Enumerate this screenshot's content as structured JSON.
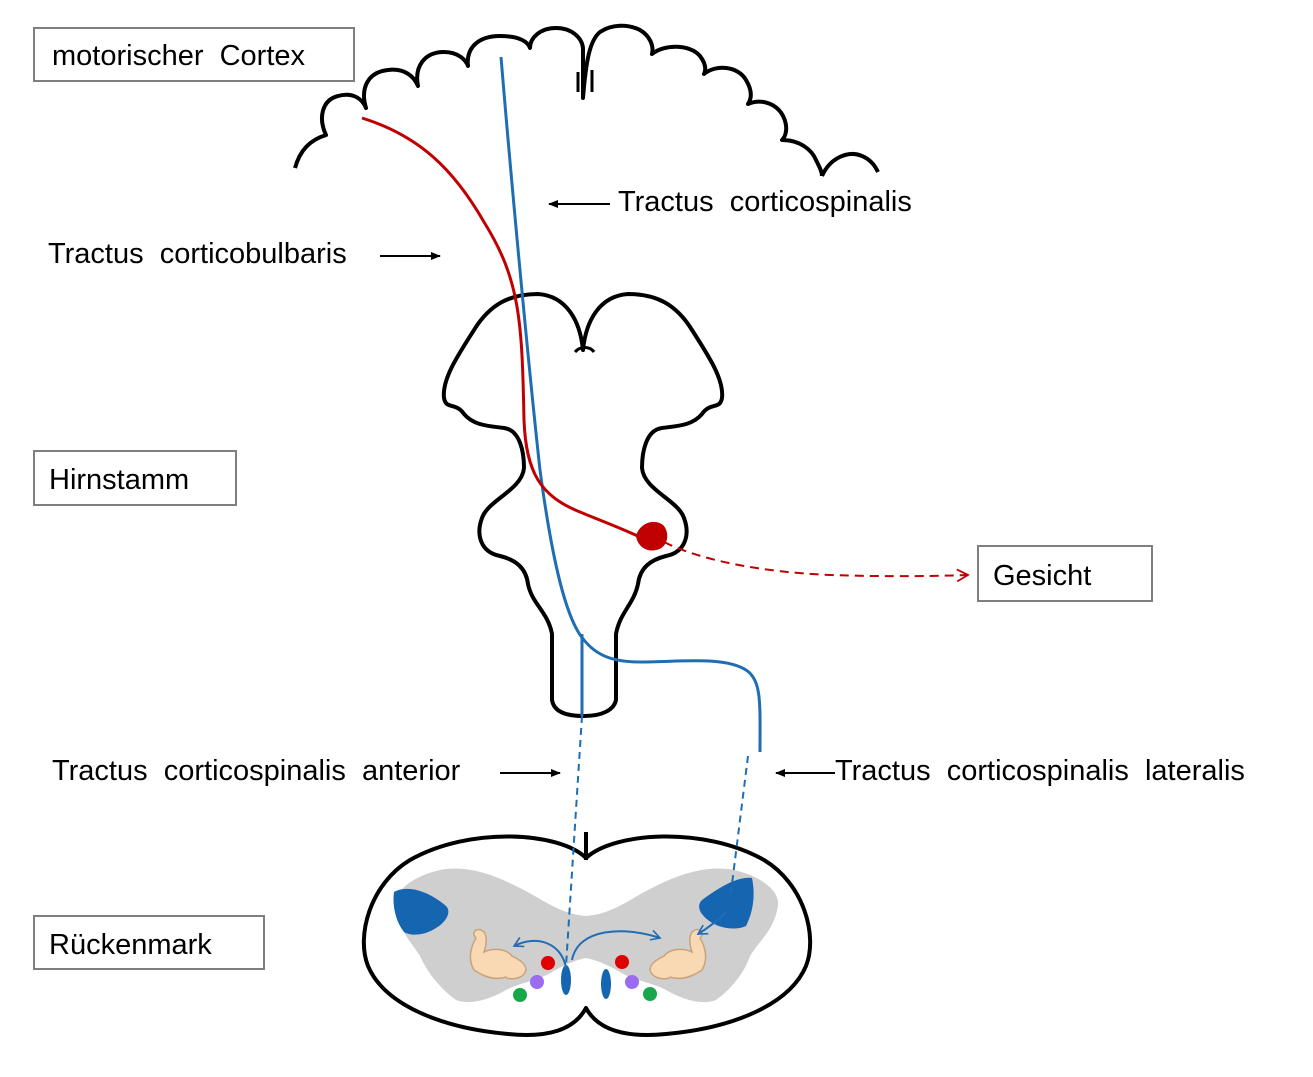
{
  "boxes": {
    "cortex": "motorischer  Cortex",
    "brainstem": "Hirnstamm",
    "spinal_cord": "Rückenmark",
    "face": "Gesicht"
  },
  "labels": {
    "tract_corticospinal": "Tractus  corticospinalis",
    "tract_corticobulbar": "Tractus  corticobulbaris",
    "tract_anterior": "Tractus  corticospinalis  anterior",
    "tract_lateral": "Tractus  corticospinalis  lateralis"
  },
  "colors": {
    "corticospinal_tract": "#1f6db3",
    "corticobulbar_tract": "#c00000",
    "outline": "#000000",
    "gray_matter": "#d0cfd0",
    "motor_area": "#1565b0",
    "dot_red": "#e00000",
    "dot_purple": "#9b6cf0",
    "dot_green": "#1aa64a",
    "arm_skin": "#f8d9b4"
  },
  "icons": {
    "arm": "flexed-biceps-icon"
  }
}
